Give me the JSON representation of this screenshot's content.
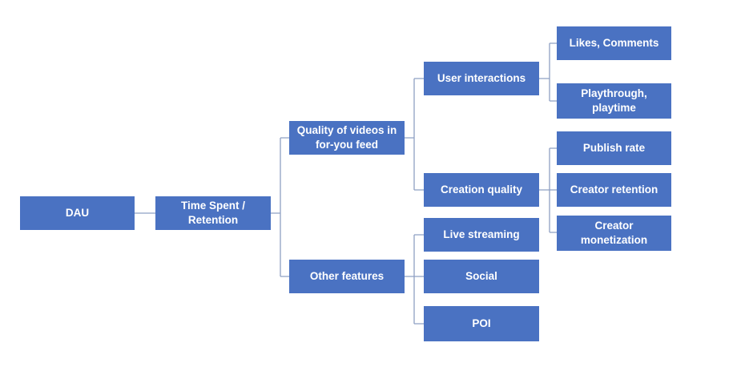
{
  "colors": {
    "node_fill": "#4a72c2",
    "node_text": "#ffffff",
    "connector": "#8ea0c4",
    "background": "#ffffff"
  },
  "tree": {
    "root": {
      "label": "DAU"
    },
    "time_spent": {
      "label": "Time Spent /\nRetention"
    },
    "quality_feed": {
      "label": "Quality of videos in\nfor-you feed"
    },
    "other_features": {
      "label": "Other features"
    },
    "user_interactions": {
      "label": "User interactions"
    },
    "creation_quality": {
      "label": "Creation quality"
    },
    "likes_comments": {
      "label": "Likes, Comments"
    },
    "playthrough": {
      "label": "Playthrough,\nplaytime"
    },
    "publish_rate": {
      "label": "Publish rate"
    },
    "creator_retention": {
      "label": "Creator retention"
    },
    "creator_monetization": {
      "label": "Creator\nmonetization"
    },
    "live_streaming": {
      "label": "Live streaming"
    },
    "social": {
      "label": "Social"
    },
    "poi": {
      "label": "POI"
    }
  }
}
